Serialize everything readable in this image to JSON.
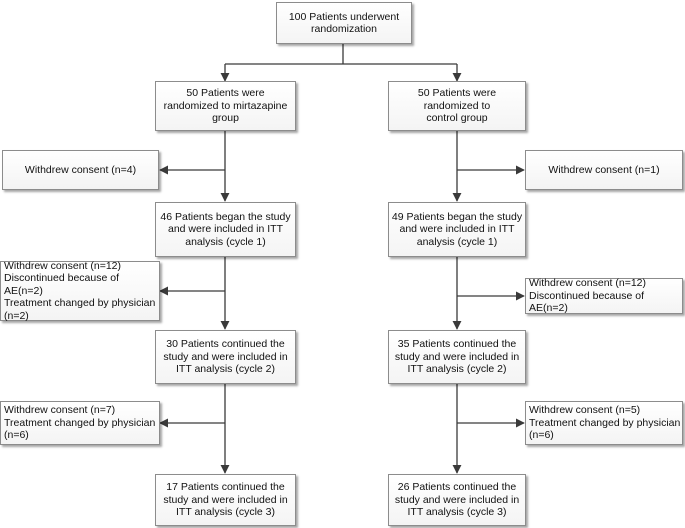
{
  "colors": {
    "line": "#3a3a3a",
    "box_border": "#8c8c8c",
    "box_fill": "#f4f4f4"
  },
  "flowchart": {
    "top": "100 Patients underwent\nrandomization",
    "left": {
      "group": "50 Patients were\nrandomized to mirtazapine\ngroup",
      "withdrew1": "Withdrew consent (n=4)",
      "cycle1": "46 Patients began the study\nand were included in ITT\nanalysis (cycle 1)",
      "excl2": "Withdrew consent (n=12)\nDiscontinued because of AE(n=2)\nTreatment changed by physician\n(n=2)",
      "cycle2": "30 Patients continued the\nstudy and were included in\nITT analysis (cycle 2)",
      "excl3": "Withdrew consent (n=7)\nTreatment changed by physician\n(n=6)",
      "cycle3": "17 Patients continued the\nstudy and were included in\nITT analysis (cycle 3)"
    },
    "right": {
      "group": "50 Patients were\nrandomized to\ncontrol group",
      "withdrew1": "Withdrew consent (n=1)",
      "cycle1": "49 Patients began the study\nand were included in ITT\nanalysis (cycle 1)",
      "excl2": "Withdrew consent (n=12)\nDiscontinued because of AE(n=2)",
      "cycle2": "35 Patients continued the\nstudy and were included in\nITT analysis (cycle 2)",
      "excl3": "Withdrew consent (n=5)\nTreatment changed by physician\n(n=6)",
      "cycle3": "26 Patients continued  the\nstudy and were included in\nITT analysis (cycle 3)"
    }
  }
}
